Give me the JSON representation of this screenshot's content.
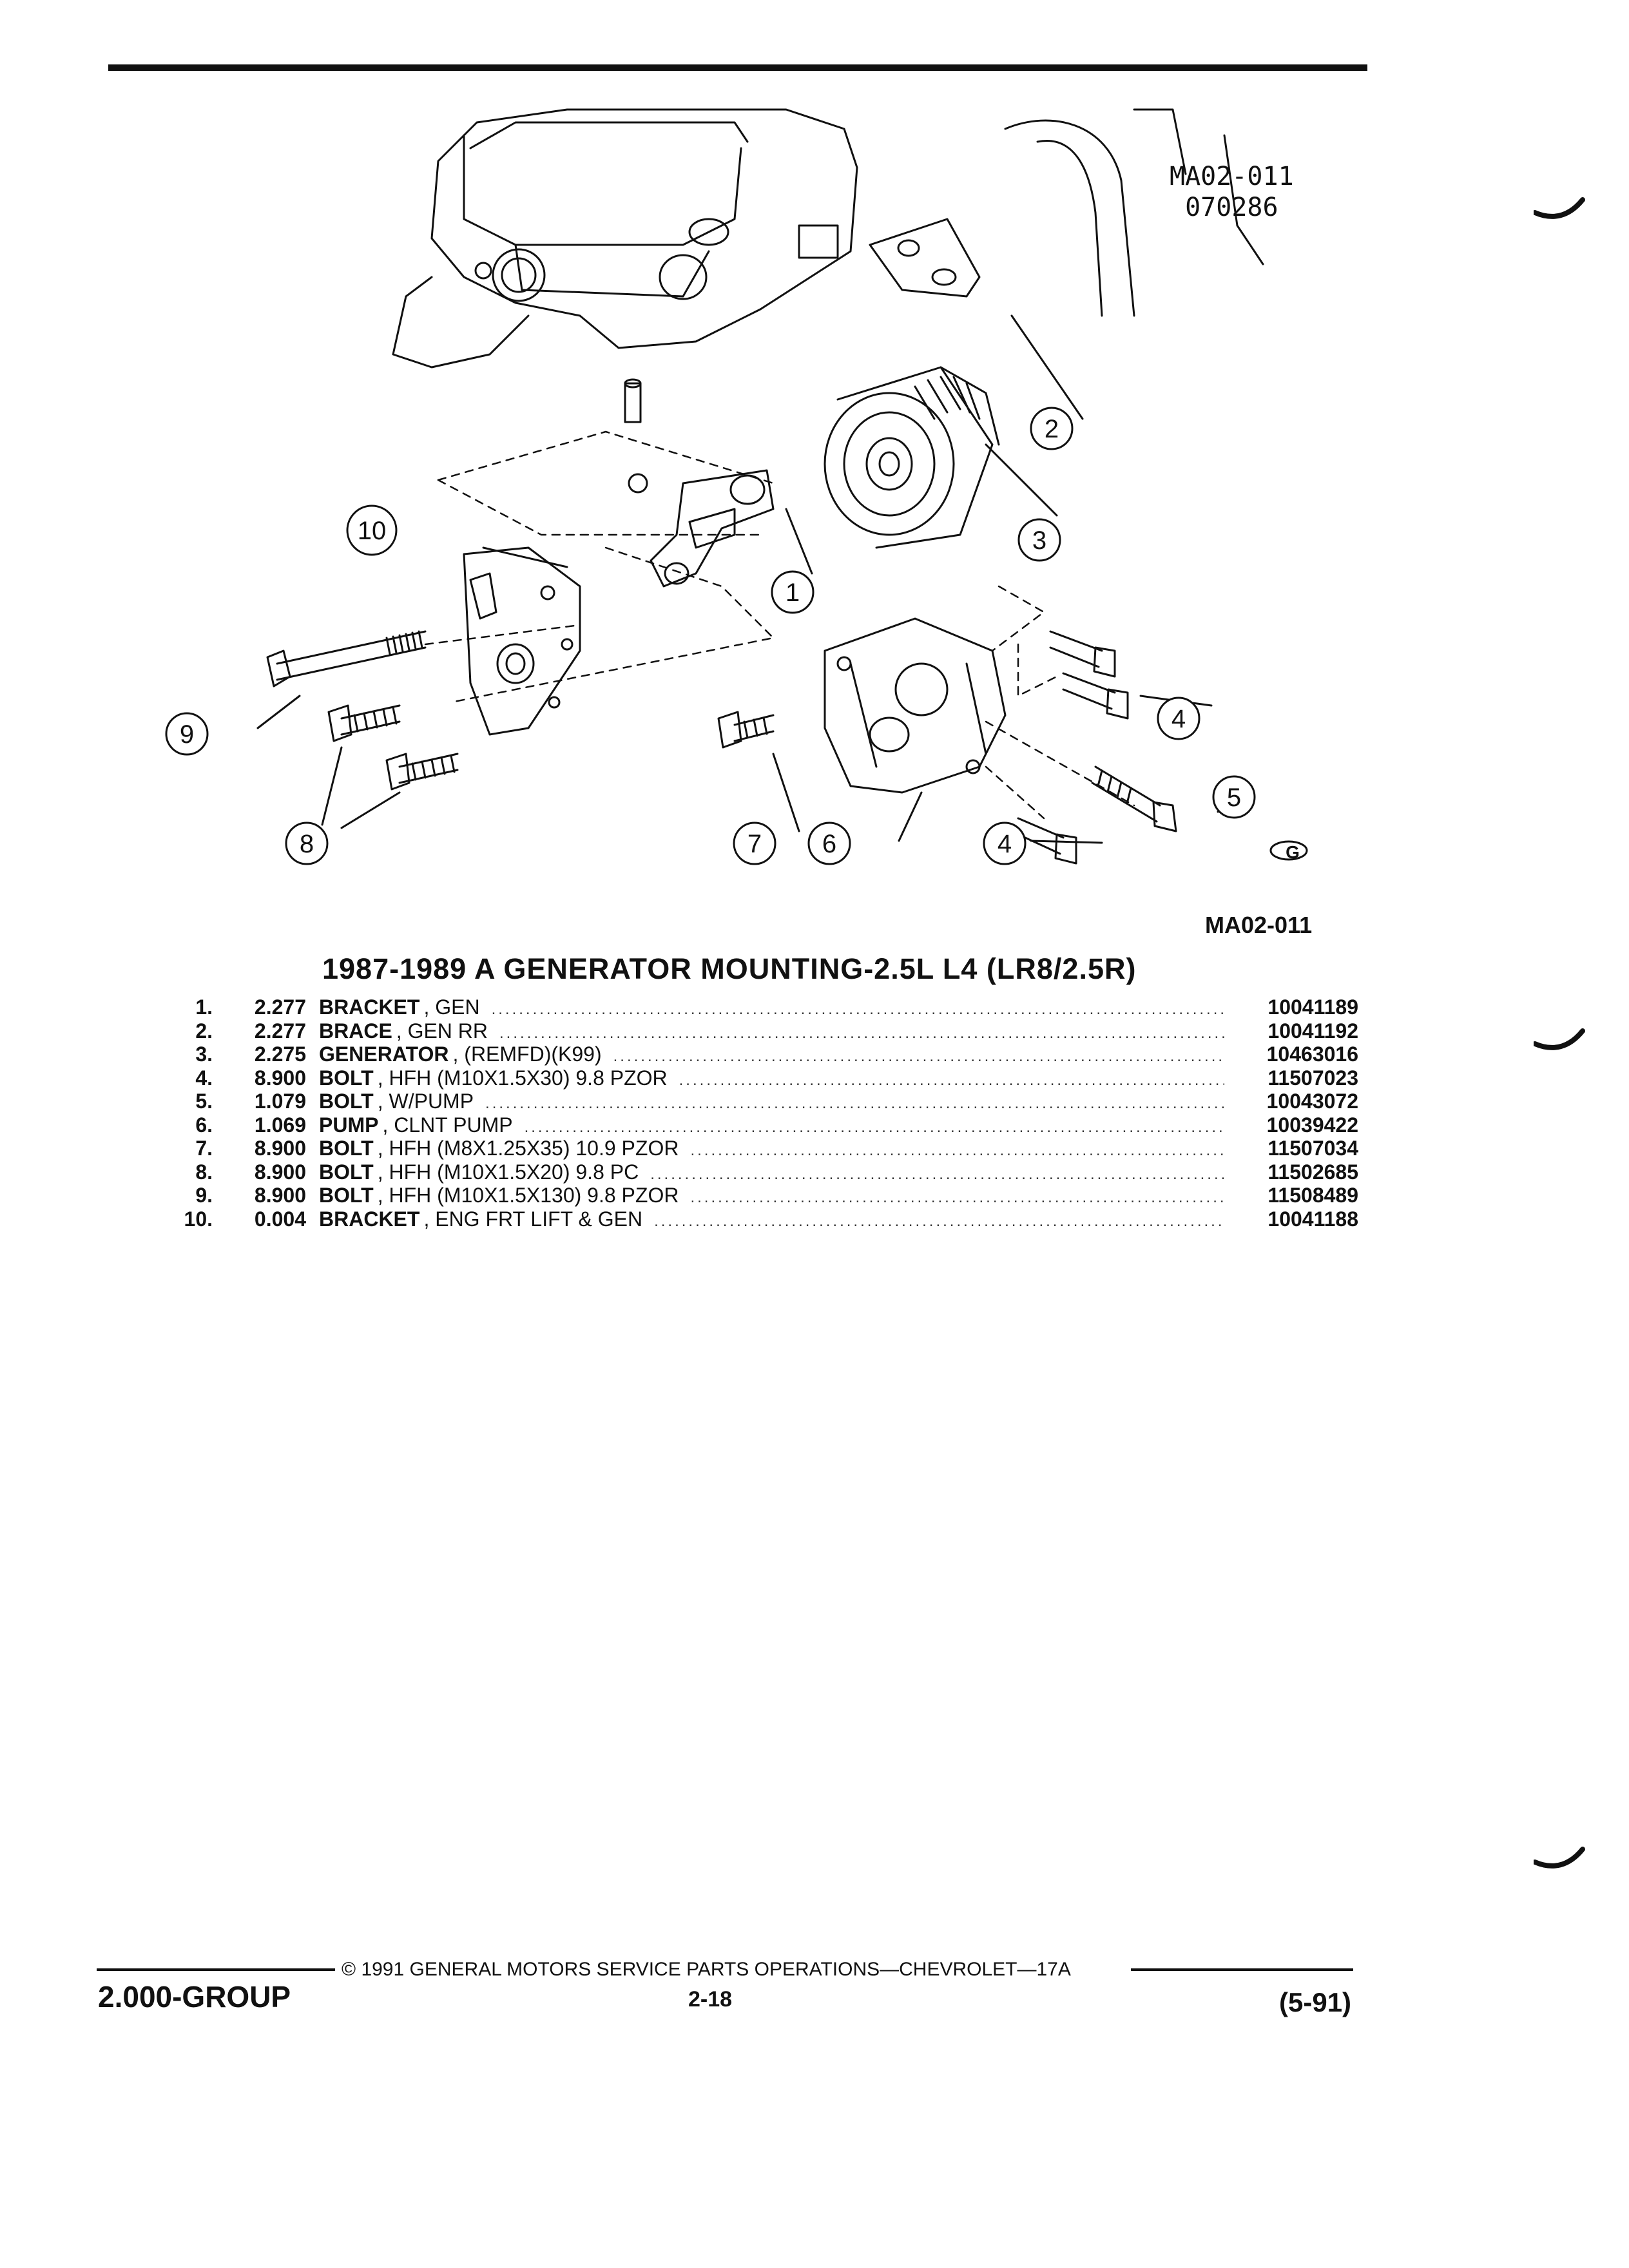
{
  "figure": {
    "id_line1": "MA02-011",
    "id_line2": "070286",
    "ref": "MA02-011",
    "callouts": [
      "1",
      "2",
      "3",
      "4",
      "4",
      "5",
      "6",
      "7",
      "8",
      "9",
      "10"
    ],
    "logo_text": "G"
  },
  "title": "1987-1989 A GENERATOR MOUNTING-2.5L L4 (LR8/2.5R)",
  "parts": [
    {
      "num": "1.",
      "group": "2.277",
      "name": "BRACKET",
      "desc": ", GEN",
      "pn": "10041189"
    },
    {
      "num": "2.",
      "group": "2.277",
      "name": "BRACE",
      "desc": ", GEN RR",
      "pn": "10041192"
    },
    {
      "num": "3.",
      "group": "2.275",
      "name": "GENERATOR",
      "desc": ", (REMFD)(K99)",
      "pn": "10463016"
    },
    {
      "num": "4.",
      "group": "8.900",
      "name": "BOLT",
      "desc": ", HFH (M10X1.5X30) 9.8 PZOR",
      "pn": "11507023"
    },
    {
      "num": "5.",
      "group": "1.079",
      "name": "BOLT",
      "desc": ", W/PUMP",
      "pn": "10043072"
    },
    {
      "num": "6.",
      "group": "1.069",
      "name": "PUMP",
      "desc": ", CLNT PUMP",
      "pn": "10039422"
    },
    {
      "num": "7.",
      "group": "8.900",
      "name": "BOLT",
      "desc": ", HFH (M8X1.25X35) 10.9 PZOR",
      "pn": "11507034"
    },
    {
      "num": "8.",
      "group": "8.900",
      "name": "BOLT",
      "desc": ", HFH (M10X1.5X20) 9.8 PC",
      "pn": "11502685"
    },
    {
      "num": "9.",
      "group": "8.900",
      "name": "BOLT",
      "desc": ", HFH (M10X1.5X130) 9.8 PZOR",
      "pn": "11508489"
    },
    {
      "num": "10.",
      "group": "0.004",
      "name": "BRACKET",
      "desc": ", ENG FRT LIFT & GEN",
      "pn": "10041188"
    }
  ],
  "footer": {
    "group": "2.000-GROUP",
    "copyright": "© 1991 GENERAL MOTORS SERVICE PARTS OPERATIONS—CHEVROLET—17A",
    "page": "2-18",
    "date": "(5-91)"
  }
}
